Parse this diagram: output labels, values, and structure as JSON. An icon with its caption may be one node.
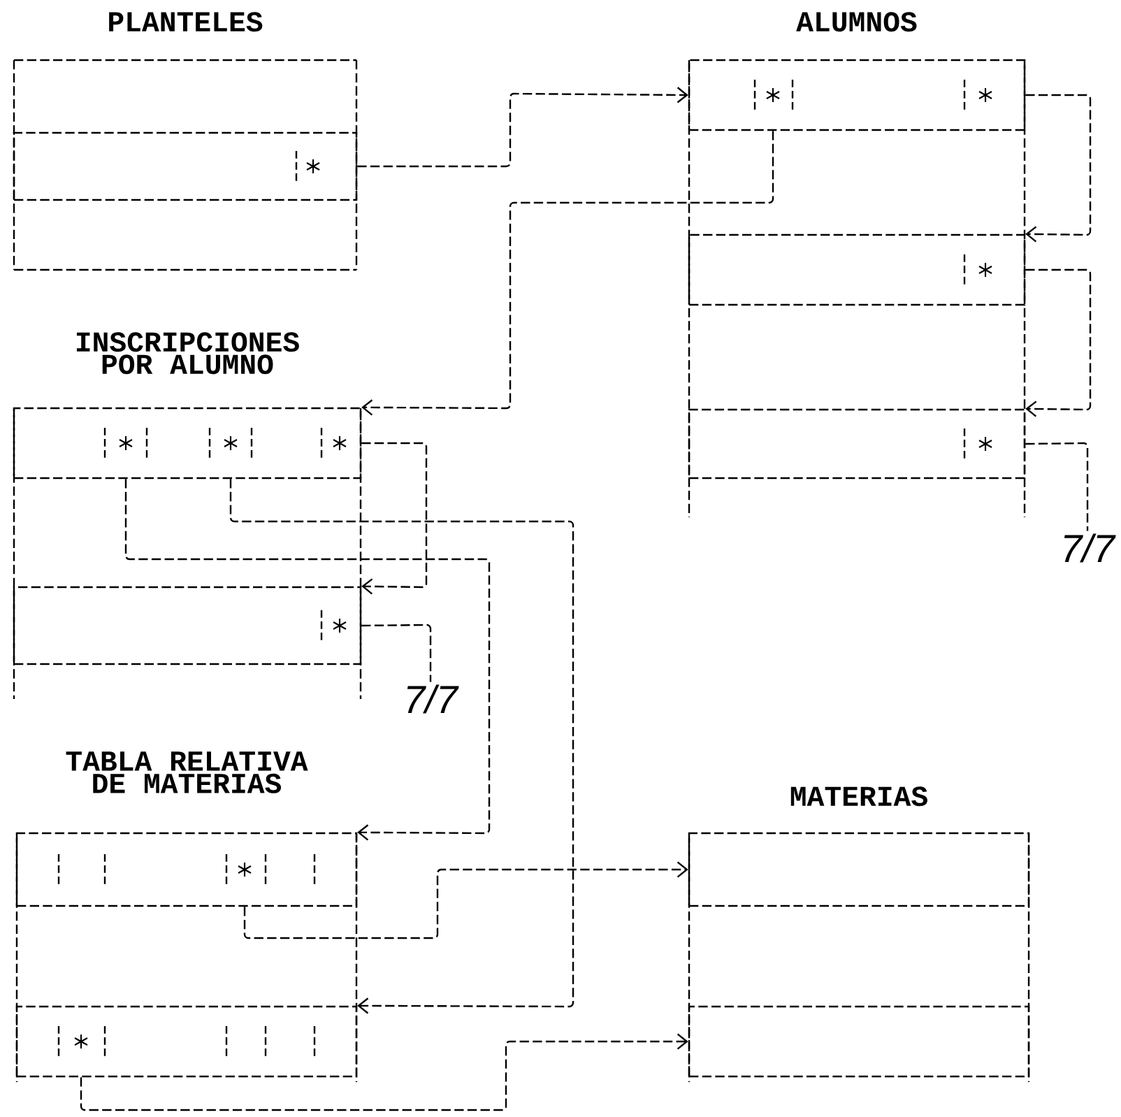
{
  "diagram": {
    "nodes": [
      {
        "text": [
          "PLANTELES"
        ]
      },
      {
        "text": [],
        "shape": "box",
        "in": 0
      },
      {
        "text": [
          "ALUMNOS"
        ]
      },
      {
        "text": [],
        "shape": "box",
        "in": 2
      },
      {
        "text": [],
        "shape": "box",
        "in": 2
      },
      {
        "text": [],
        "shape": "box",
        "in": 2
      },
      {
        "text": [
          "7/7"
        ]
      },
      {
        "text": [
          "INSCRIPCIONES POR ALUMNO"
        ]
      },
      {
        "text": [],
        "shape": "box",
        "in": 7
      },
      {
        "text": [],
        "shape": "box",
        "in": 7
      },
      {
        "text": [
          "7/7"
        ]
      },
      {
        "text": [
          "TABLA RELATIVA DE MATERIAS"
        ]
      },
      {
        "text": [],
        "shape": "box",
        "in": 11
      },
      {
        "text": [],
        "shape": "box",
        "in": 11
      },
      {
        "text": [
          "MATERIAS"
        ]
      },
      {
        "text": [],
        "shape": "box",
        "in": 14
      },
      {
        "text": [],
        "shape": "box",
        "in": 14
      }
    ],
    "edges": [
      {
        "from": 1,
        "to": 3,
        "arrow": "to"
      },
      {
        "from": 3,
        "to": 8,
        "arrow": "to"
      },
      {
        "from": 3,
        "to": 4,
        "arrow": "to"
      },
      {
        "from": 4,
        "to": 5,
        "arrow": "to"
      },
      {
        "from": 5,
        "to": 6,
        "arrow": "none"
      },
      {
        "from": 8,
        "to": 9,
        "arrow": "to"
      },
      {
        "from": 8,
        "to": 12,
        "arrow": "to"
      },
      {
        "from": 8,
        "to": 13,
        "arrow": "to"
      },
      {
        "from": 9,
        "to": 10,
        "arrow": "none"
      },
      {
        "from": 12,
        "to": 15,
        "arrow": "to"
      },
      {
        "from": 13,
        "to": 16,
        "arrow": "to"
      }
    ]
  }
}
